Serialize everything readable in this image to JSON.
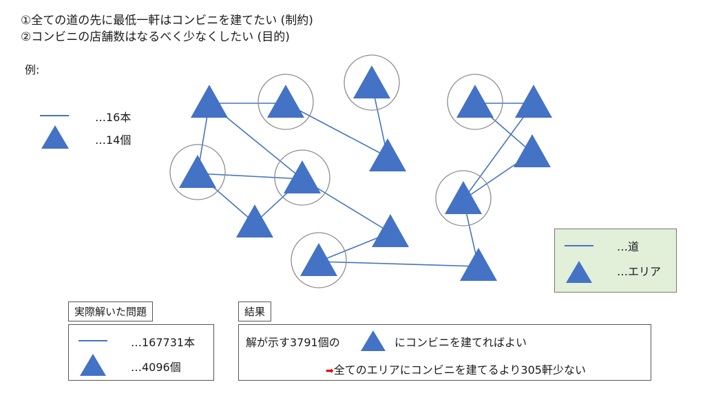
{
  "header": {
    "line1": "①全ての道の先に最低一軒はコンビニを建てたい (制約)",
    "line2": "②コンビニの店舗数はなるべく少なくしたい (目的)",
    "example_label": "例:"
  },
  "example_legend": {
    "road_count": "…16本",
    "area_count": "…14個"
  },
  "key_legend": {
    "road": "…道",
    "area": "…エリア"
  },
  "actual": {
    "title": "実際解いた問題",
    "road_count": "…167731本",
    "area_count": "…4096個"
  },
  "result": {
    "title": "結果",
    "line1_pre": "解が示す3791個の",
    "line1_post": "にコンビニを建てればよい",
    "line2": "全てのエリアにコンビニを建てるより305軒少ない"
  },
  "colors": {
    "node": "#4472c4",
    "edge": "#4472c4",
    "circle": "#8c8c8c",
    "legend_bg": "#e2efd9",
    "arrow": "#e00000"
  },
  "graph": {
    "node_count": 14,
    "edge_count": 16,
    "nodes": [
      {
        "id": "n1",
        "selected": false
      },
      {
        "id": "n2",
        "selected": true
      },
      {
        "id": "n3",
        "selected": true
      },
      {
        "id": "n4",
        "selected": false
      },
      {
        "id": "n5",
        "selected": true
      },
      {
        "id": "n6",
        "selected": true
      },
      {
        "id": "n7",
        "selected": false
      },
      {
        "id": "n8",
        "selected": false
      },
      {
        "id": "n9",
        "selected": true
      },
      {
        "id": "n10",
        "selected": false
      },
      {
        "id": "n11",
        "selected": true
      },
      {
        "id": "n12",
        "selected": false
      },
      {
        "id": "n13",
        "selected": false
      },
      {
        "id": "n14",
        "selected": true
      }
    ],
    "edges": [
      [
        "n1",
        "n2"
      ],
      [
        "n2",
        "n4"
      ],
      [
        "n3",
        "n4"
      ],
      [
        "n1",
        "n5"
      ],
      [
        "n1",
        "n6"
      ],
      [
        "n5",
        "n6"
      ],
      [
        "n5",
        "n7"
      ],
      [
        "n6",
        "n7"
      ],
      [
        "n6",
        "n8"
      ],
      [
        "n8",
        "n9"
      ],
      [
        "n9",
        "n10"
      ],
      [
        "n10",
        "n14"
      ],
      [
        "n11",
        "n12"
      ],
      [
        "n11",
        "n13"
      ],
      [
        "n12",
        "n14"
      ],
      [
        "n13",
        "n14"
      ]
    ]
  }
}
